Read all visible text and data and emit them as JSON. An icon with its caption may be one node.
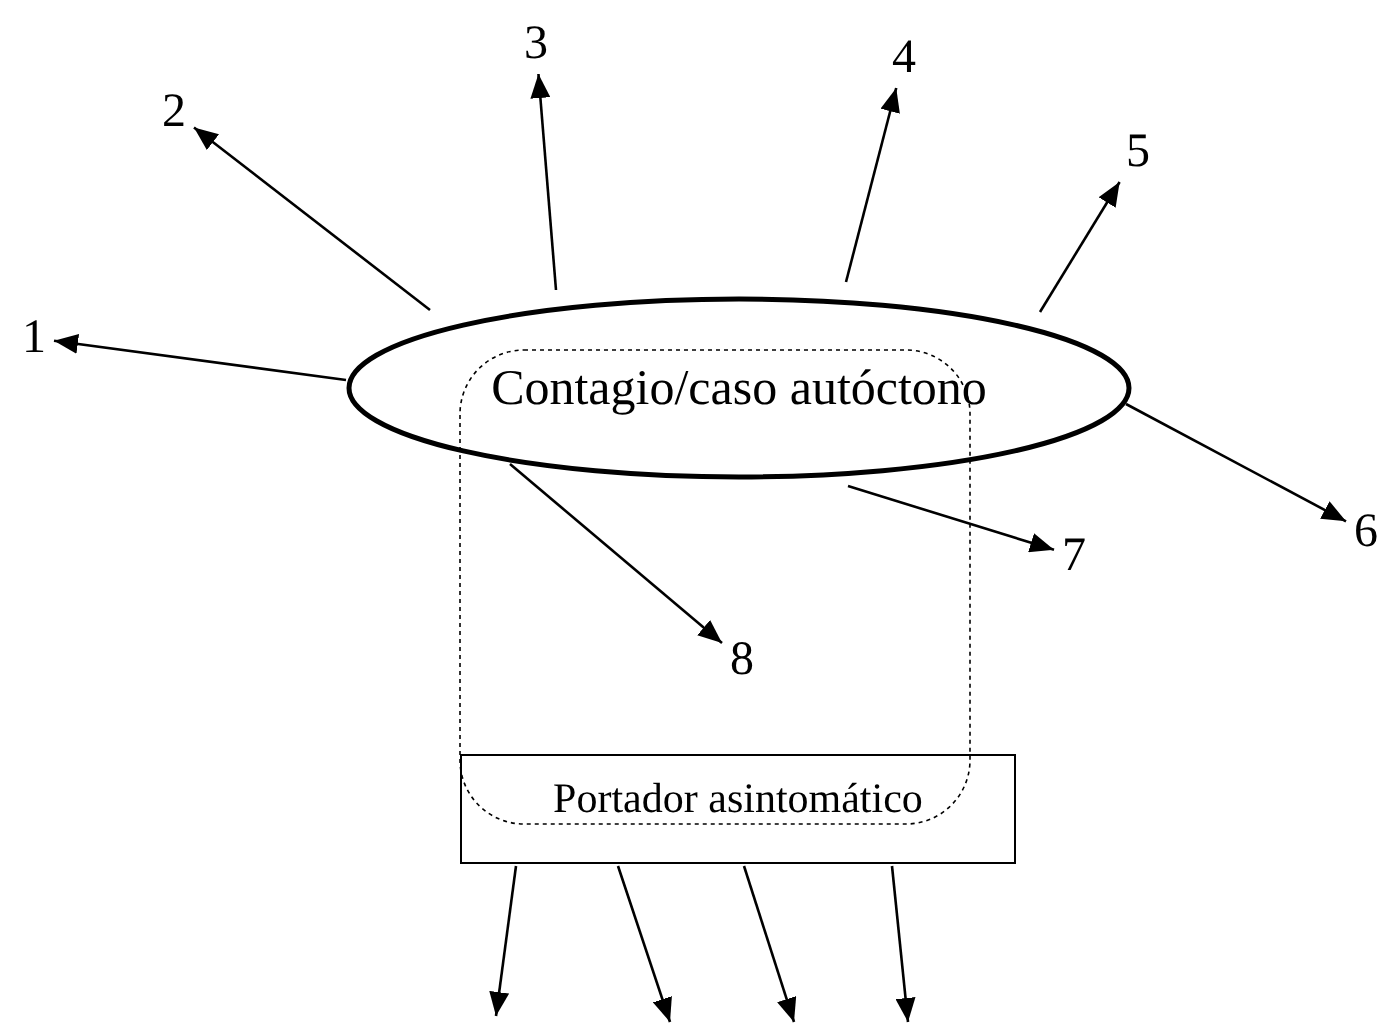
{
  "diagram": {
    "nodes": [
      {
        "text": [
          "Contagio/caso autóctono"
        ]
      },
      {
        "text": [
          "Portador asintomático"
        ]
      },
      {
        "text": [
          "1"
        ]
      },
      {
        "text": [
          "2"
        ]
      },
      {
        "text": [
          "3"
        ]
      },
      {
        "text": [
          "4"
        ]
      },
      {
        "text": [
          "5"
        ]
      },
      {
        "text": [
          "6"
        ]
      },
      {
        "text": [
          "7"
        ]
      },
      {
        "text": [
          "8"
        ]
      }
    ],
    "edges": [
      {
        "from": 0,
        "to": 2,
        "arrow": "to"
      },
      {
        "from": 0,
        "to": 3,
        "arrow": "to"
      },
      {
        "from": 0,
        "to": 4,
        "arrow": "to"
      },
      {
        "from": 0,
        "to": 5,
        "arrow": "to"
      },
      {
        "from": 0,
        "to": 6,
        "arrow": "to"
      },
      {
        "from": 0,
        "to": 7,
        "arrow": "to"
      },
      {
        "from": 0,
        "to": 8,
        "arrow": "to"
      },
      {
        "from": 0,
        "to": 9,
        "arrow": "to"
      },
      {
        "from": 1,
        "to": null,
        "arrow": "to"
      },
      {
        "from": 1,
        "to": null,
        "arrow": "to"
      },
      {
        "from": 1,
        "to": null,
        "arrow": "to"
      },
      {
        "from": 1,
        "to": null,
        "arrow": "to"
      }
    ]
  }
}
